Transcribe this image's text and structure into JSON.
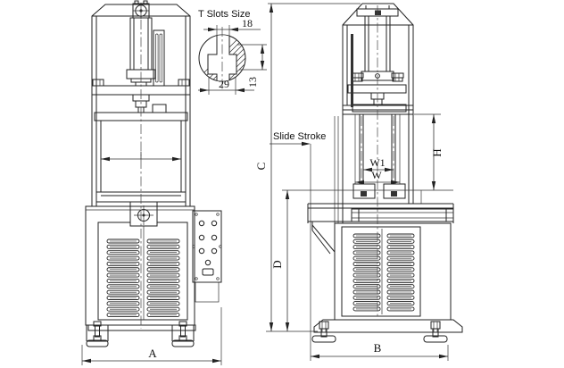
{
  "t_slot_detail": {
    "title": "T Slots Size",
    "top_width": "18",
    "bottom_width": "29",
    "depth": "13"
  },
  "front_view": {
    "dim_overall_width": "A"
  },
  "side_view": {
    "slide_stroke": "Slide Stroke",
    "dim_base_width": "B",
    "dim_overall_height": "C",
    "dim_body_height": "D",
    "dim_daylight": "H",
    "dim_slide_outer": "W",
    "dim_slide_inner": "W1"
  }
}
